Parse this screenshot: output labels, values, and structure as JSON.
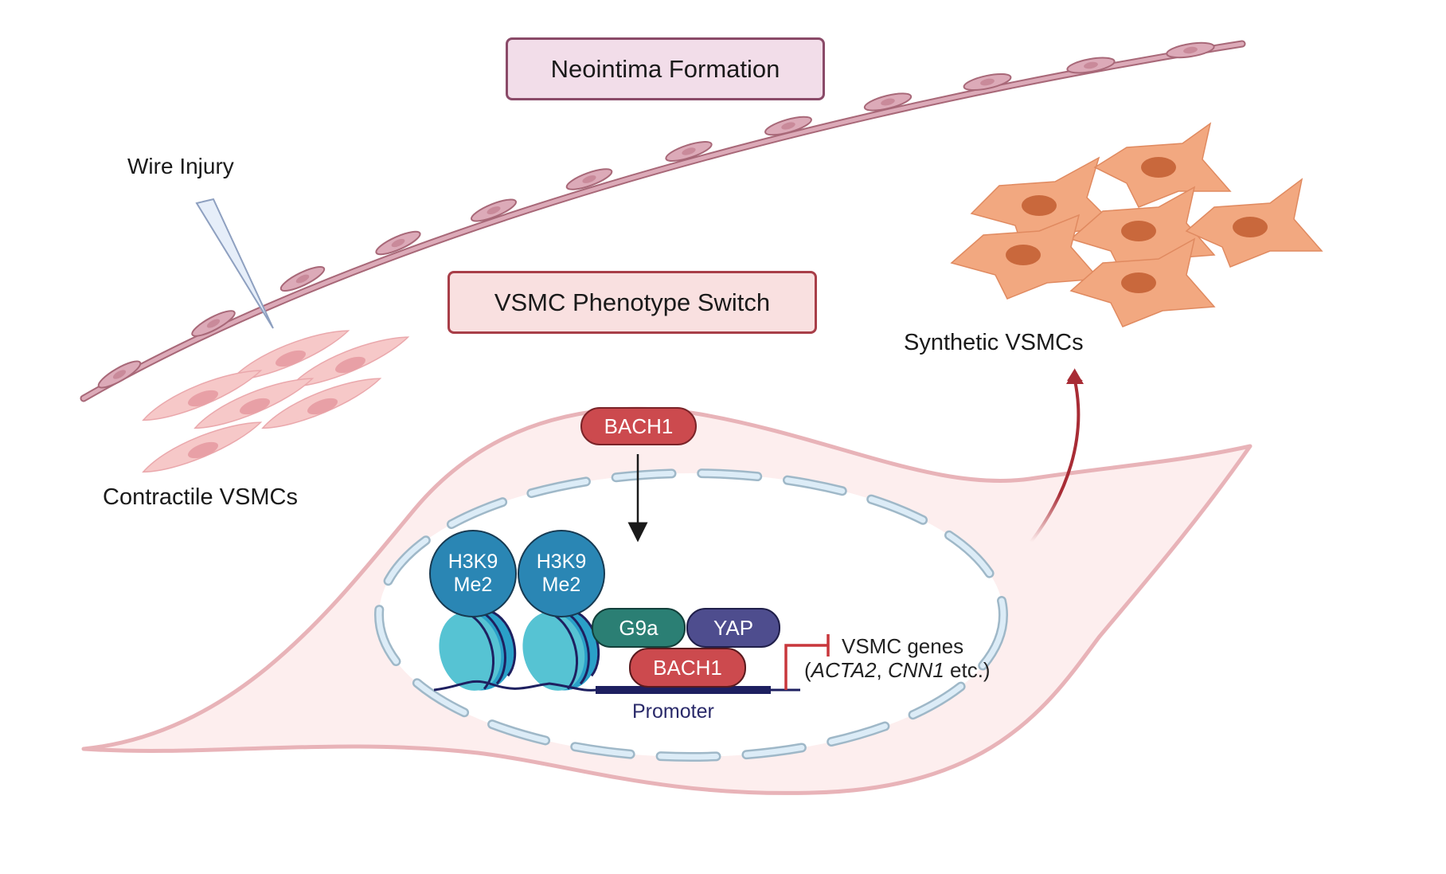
{
  "figure": {
    "title_boxes": {
      "neointima": "Neointima Formation",
      "phenotype_switch": "VSMC Phenotype Switch"
    },
    "labels": {
      "wire_injury": "Wire Injury",
      "contractile": "Contractile VSMCs",
      "synthetic": "Synthetic VSMCs",
      "promoter": "Promoter"
    },
    "nucleus": {
      "bach1_top": "BACH1",
      "histone_marks": [
        {
          "line1": "H3K9",
          "line2": "Me2"
        },
        {
          "line1": "H3K9",
          "line2": "Me2"
        }
      ],
      "complex": {
        "g9a": "G9a",
        "yap": "YAP",
        "bach1": "BACH1"
      },
      "target_genes": {
        "line1": "VSMC genes",
        "open_paren": "(",
        "gene1": "ACTA2",
        "sep": ", ",
        "gene2": "CNN1",
        "suffix": " etc.)"
      }
    },
    "colors": {
      "neointima_box_fill": "#f2dde9",
      "neointima_box_border": "#8a4a68",
      "switch_box_fill": "#f9e0e0",
      "switch_box_border": "#a83e48",
      "bach1": "#cc4a4e",
      "g9a": "#2b7f74",
      "yap": "#4e4d8e",
      "h3k9me2": "#2a86b4",
      "nucleosome": "#4fbfd0",
      "dna": "#1e2060",
      "repression": "#c8373c",
      "synthetic_cell": "#f0a07a",
      "contractile_cell": "#f4c4c4",
      "endothelium": "#d9a3b4",
      "cell_body": "#fdecec",
      "nuclear_envelope": "#d6e8f4"
    }
  }
}
